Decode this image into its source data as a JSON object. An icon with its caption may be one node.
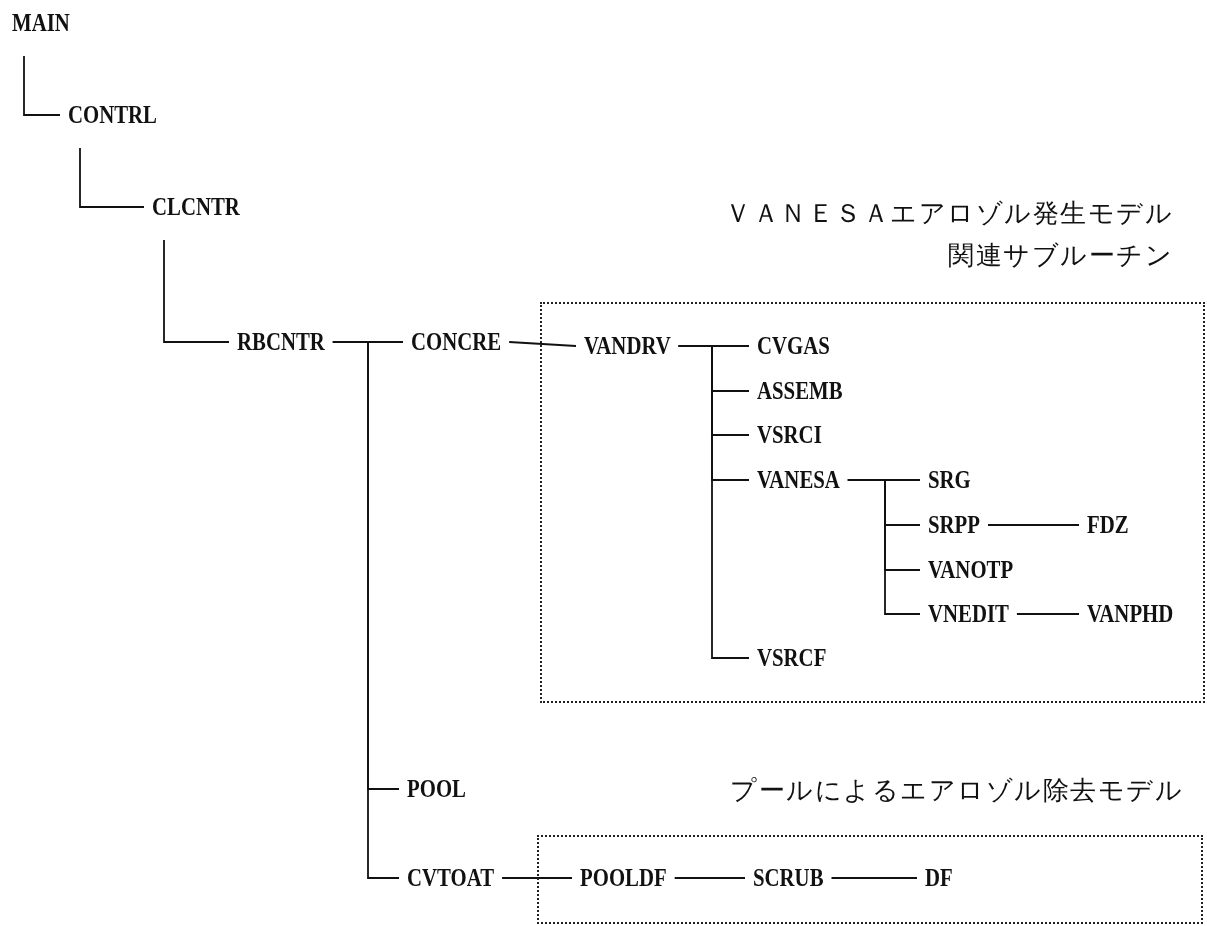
{
  "diagram": {
    "nodes": [
      {
        "text": [
          "MAIN"
        ]
      },
      {
        "text": [
          "CONTRL"
        ]
      },
      {
        "text": [
          "CLCNTR"
        ]
      },
      {
        "text": [
          "RBCNTR"
        ]
      },
      {
        "text": [
          "CONCRE"
        ]
      },
      {
        "text": [
          "ＶＡＮＥＳＡエアロゾル発生モデル関連サブルーチン"
        ]
      },
      {
        "text": [
          "VANDRV"
        ],
        "in": 5
      },
      {
        "text": [
          "CVGAS"
        ],
        "in": 5
      },
      {
        "text": [
          "ASSEMB"
        ],
        "in": 5
      },
      {
        "text": [
          "VSRCI"
        ],
        "in": 5
      },
      {
        "text": [
          "VANESA"
        ],
        "in": 5
      },
      {
        "text": [
          "SRG"
        ],
        "in": 5
      },
      {
        "text": [
          "SRPP"
        ],
        "in": 5
      },
      {
        "text": [
          "FDZ"
        ],
        "in": 5
      },
      {
        "text": [
          "VANOTP"
        ],
        "in": 5
      },
      {
        "text": [
          "VNEDIT"
        ],
        "in": 5
      },
      {
        "text": [
          "VANPHD"
        ],
        "in": 5
      },
      {
        "text": [
          "VSRCF"
        ],
        "in": 5
      },
      {
        "text": [
          "POOL"
        ]
      },
      {
        "text": [
          "CVTOAT"
        ]
      },
      {
        "text": [
          "プールによるエアロゾル除去モデル"
        ]
      },
      {
        "text": [
          "POOLDF"
        ],
        "in": 20
      },
      {
        "text": [
          "SCRUB"
        ],
        "in": 20
      },
      {
        "text": [
          "DF"
        ],
        "in": 20
      }
    ],
    "edges": [
      {
        "from": 0,
        "to": 1,
        "arrow": "none"
      },
      {
        "from": 1,
        "to": 2,
        "arrow": "none"
      },
      {
        "from": 2,
        "to": 3,
        "arrow": "none"
      },
      {
        "from": 3,
        "to": 4,
        "arrow": "none"
      },
      {
        "from": 3,
        "to": 18,
        "arrow": "none"
      },
      {
        "from": 3,
        "to": 19,
        "arrow": "none"
      },
      {
        "from": 4,
        "to": 6,
        "arrow": "none"
      },
      {
        "from": 6,
        "to": 7,
        "arrow": "none"
      },
      {
        "from": 6,
        "to": 8,
        "arrow": "none"
      },
      {
        "from": 6,
        "to": 9,
        "arrow": "none"
      },
      {
        "from": 6,
        "to": 10,
        "arrow": "none"
      },
      {
        "from": 6,
        "to": 17,
        "arrow": "none"
      },
      {
        "from": 10,
        "to": 11,
        "arrow": "none"
      },
      {
        "from": 10,
        "to": 12,
        "arrow": "none"
      },
      {
        "from": 10,
        "to": 14,
        "arrow": "none"
      },
      {
        "from": 10,
        "to": 15,
        "arrow": "none"
      },
      {
        "from": 12,
        "to": 13,
        "arrow": "none"
      },
      {
        "from": 15,
        "to": 16,
        "arrow": "none"
      },
      {
        "from": 19,
        "to": 21,
        "arrow": "none"
      },
      {
        "from": 21,
        "to": 22,
        "arrow": "none"
      },
      {
        "from": 22,
        "to": 23,
        "arrow": "none"
      }
    ]
  }
}
